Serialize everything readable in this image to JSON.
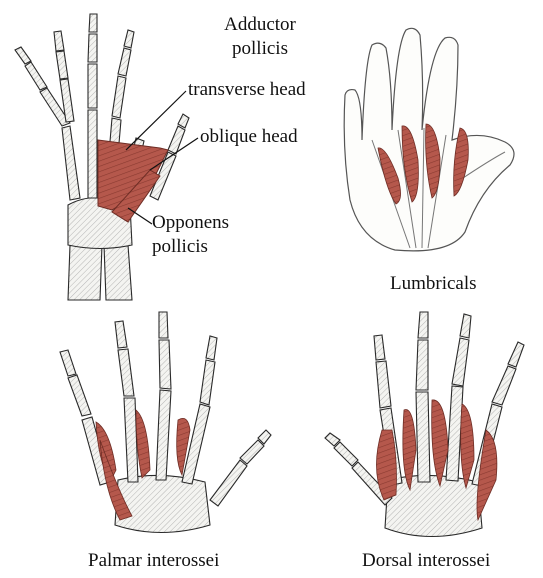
{
  "labels": {
    "adductor_line1": "Adductor",
    "adductor_line2": "pollicis",
    "transverse_head": "transverse head",
    "oblique_head": "oblique head",
    "opponens_line1": "Opponens",
    "opponens_line2": "pollicis",
    "lumbricals": "Lumbricals",
    "palmar_interossei": "Palmar interossei",
    "dorsal_interossei": "Dorsal interossei"
  },
  "colors": {
    "muscle": "#b5584c",
    "muscle_dark": "#8a3a30",
    "bone_outline": "#2a2a2a",
    "bone_fill": "#f3f3f0",
    "leader_line": "#111111"
  }
}
